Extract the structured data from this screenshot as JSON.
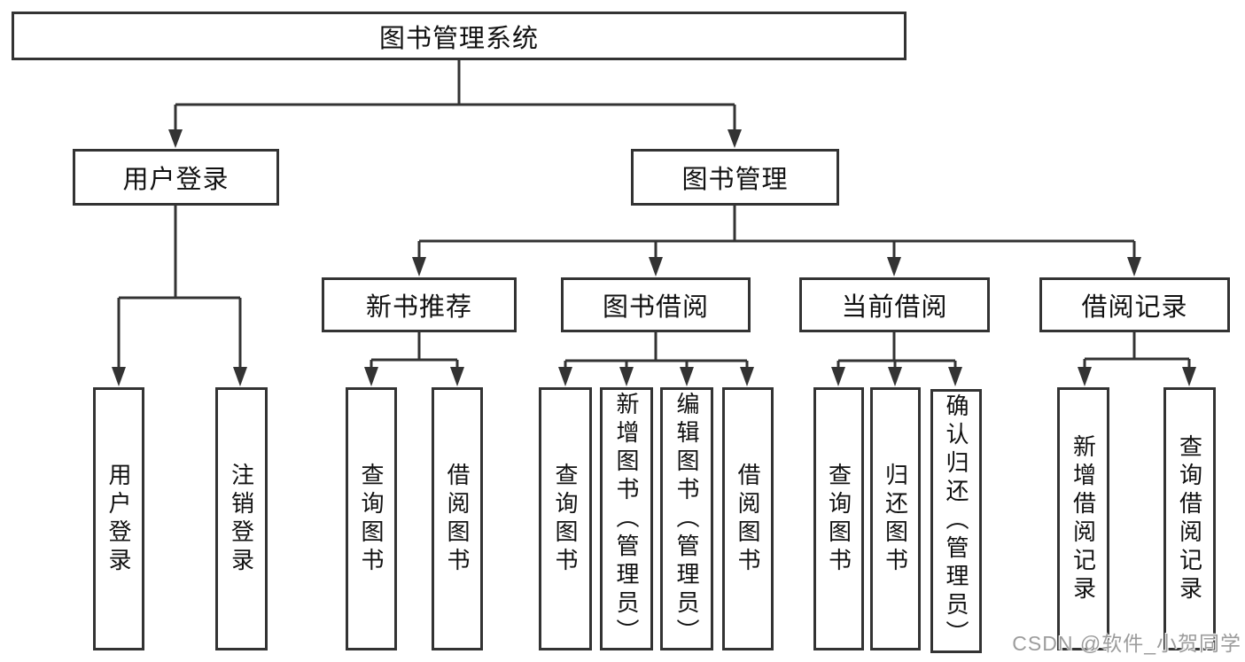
{
  "diagram": {
    "root": {
      "label": "图书管理系统"
    },
    "branches": [
      {
        "label": "用户登录",
        "children": [
          {
            "label": "用户登录"
          },
          {
            "label": "注销登录"
          }
        ]
      },
      {
        "label": "图书管理",
        "groups": [
          {
            "label": "新书推荐",
            "children": [
              {
                "label": "查询图书"
              },
              {
                "label": "借阅图书"
              }
            ]
          },
          {
            "label": "图书借阅",
            "children": [
              {
                "label": "查询图书"
              },
              {
                "label": "新增图书（管理员）"
              },
              {
                "label": "编辑图书（管理员）"
              },
              {
                "label": "借阅图书"
              }
            ]
          },
          {
            "label": "当前借阅",
            "children": [
              {
                "label": "查询图书"
              },
              {
                "label": "归还图书"
              },
              {
                "label": "确认归还（管理员）"
              }
            ]
          },
          {
            "label": "借阅记录",
            "children": [
              {
                "label": "新增借阅记录"
              },
              {
                "label": "查询借阅记录"
              }
            ]
          }
        ]
      }
    ]
  },
  "watermark": {
    "text": "CSDN @软件_小贺同学"
  },
  "colors": {
    "line": "#333333",
    "text": "#111111",
    "watermark_text": "#9c9c9c",
    "background": "#ffffff"
  }
}
